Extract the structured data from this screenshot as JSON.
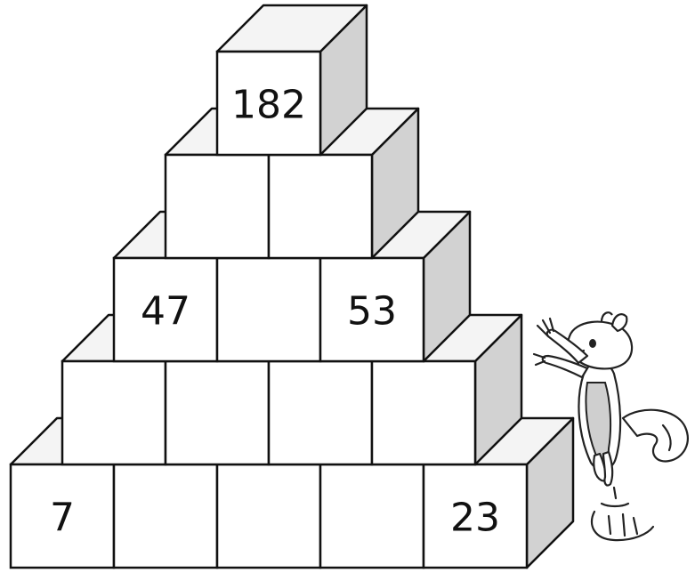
{
  "pyramid": {
    "rows": [
      [
        "182"
      ],
      [
        "",
        ""
      ],
      [
        "47",
        "",
        "53"
      ],
      [
        "",
        "",
        "",
        ""
      ],
      [
        "7",
        "",
        "",
        "",
        "23"
      ]
    ]
  },
  "illustration": {
    "character": "squirrel-icon"
  }
}
